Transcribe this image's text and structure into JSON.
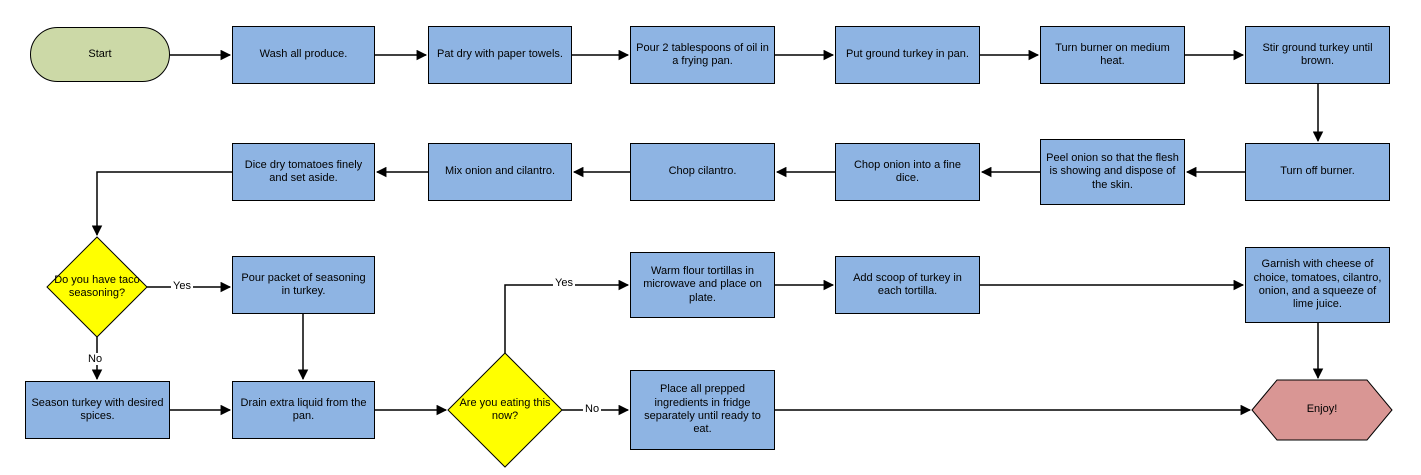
{
  "diagram": {
    "type": "flowchart",
    "background": "#ffffff"
  },
  "colors": {
    "process_fill": "#8eb4e3",
    "start_fill": "#ccd9a7",
    "decision_fill": "#ffff00",
    "end_fill": "#d99694",
    "stroke": "#000000"
  },
  "nodes": {
    "start": {
      "label": "Start",
      "shape": "stadium"
    },
    "wash": {
      "label": "Wash all produce.",
      "shape": "process"
    },
    "pat_dry": {
      "label": "Pat dry with paper towels.",
      "shape": "process"
    },
    "pour_oil": {
      "label": "Pour 2 tablespoons of oil in a frying pan.",
      "shape": "process"
    },
    "put_turkey": {
      "label": "Put ground turkey in pan.",
      "shape": "process"
    },
    "burner_on": {
      "label": "Turn burner on medium heat.",
      "shape": "process"
    },
    "stir_turkey": {
      "label": "Stir ground turkey until brown.",
      "shape": "process"
    },
    "burner_off": {
      "label": "Turn off burner.",
      "shape": "process"
    },
    "peel_onion": {
      "label": "Peel onion so that the flesh is showing and dispose of the skin.",
      "shape": "process"
    },
    "chop_onion": {
      "label": "Chop onion into a fine dice.",
      "shape": "process"
    },
    "chop_cilantro": {
      "label": "Chop cilantro.",
      "shape": "process"
    },
    "mix_onion_cilantro": {
      "label": "Mix onion and cilantro.",
      "shape": "process"
    },
    "dice_tomatoes": {
      "label": "Dice dry tomatoes finely and set aside.",
      "shape": "process"
    },
    "have_seasoning": {
      "label": "Do you have taco seasoning?",
      "shape": "decision"
    },
    "pour_packet": {
      "label": "Pour packet of seasoning in turkey.",
      "shape": "process"
    },
    "season_turkey": {
      "label": "Season turkey with desired spices.",
      "shape": "process"
    },
    "drain_liquid": {
      "label": "Drain extra liquid from the pan.",
      "shape": "process"
    },
    "eating_now": {
      "label": "Are you eating this now?",
      "shape": "decision"
    },
    "warm_tortillas": {
      "label": "Warm flour tortillas in microwave and place on plate.",
      "shape": "process"
    },
    "add_scoop": {
      "label": "Add scoop of turkey in each tortilla.",
      "shape": "process"
    },
    "garnish": {
      "label": "Garnish with cheese of choice, tomatoes, cilantro, onion, and a squeeze of lime juice.",
      "shape": "process"
    },
    "fridge": {
      "label": "Place all prepped ingredients in fridge separately until ready to eat.",
      "shape": "process"
    },
    "enjoy": {
      "label": "Enjoy!",
      "shape": "end"
    }
  },
  "edge_labels": {
    "seasoning_yes": "Yes",
    "seasoning_no": "No",
    "eating_yes": "Yes",
    "eating_no": "No"
  }
}
